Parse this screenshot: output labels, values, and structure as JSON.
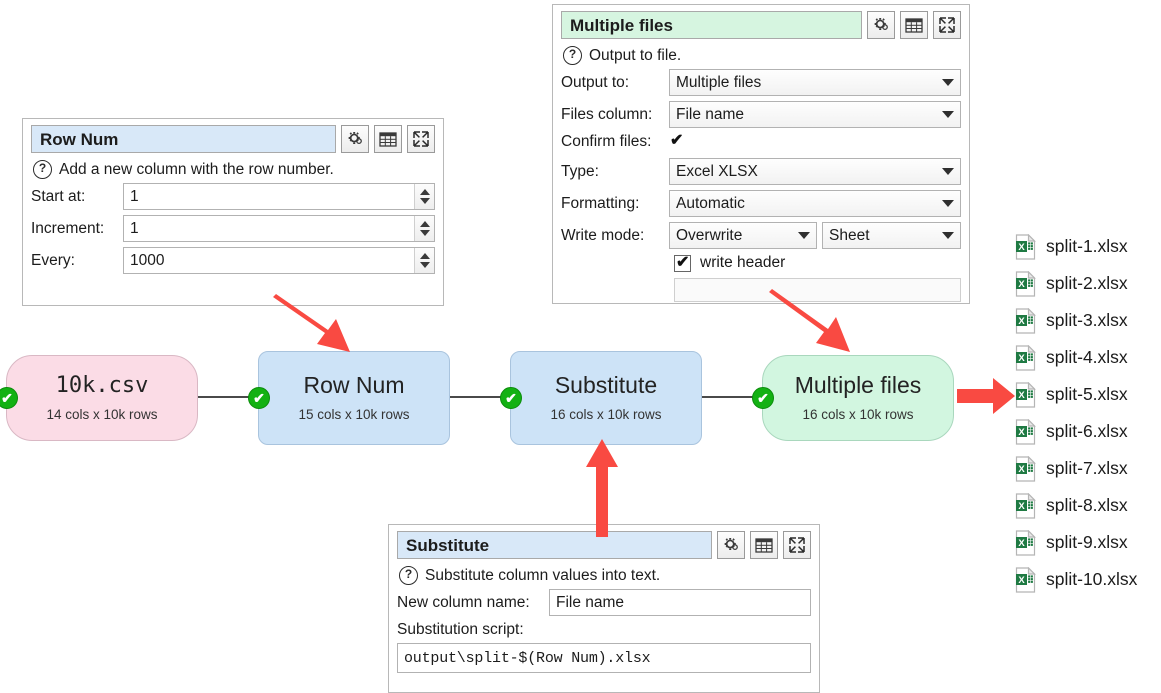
{
  "panels": {
    "row_num": {
      "title": "Row Num",
      "description": "Add a new column with the row number.",
      "fields": [
        {
          "label": "Start at:",
          "value": "1"
        },
        {
          "label": "Increment:",
          "value": "1"
        },
        {
          "label": "Every:",
          "value": "1000"
        }
      ]
    },
    "multiple_files": {
      "title": "Multiple files",
      "description": "Output to file.",
      "output_to_label": "Output to:",
      "output_to_value": "Multiple files",
      "files_column_label": "Files column:",
      "files_column_value": "File name",
      "confirm_files_label": "Confirm files:",
      "confirm_files_checked": true,
      "type_label": "Type:",
      "type_value": "Excel XLSX",
      "formatting_label": "Formatting:",
      "formatting_value": "Automatic",
      "write_mode_label": "Write mode:",
      "write_mode_value": "Overwrite",
      "sheet_value": "Sheet",
      "write_header_label": "write header",
      "write_header_checked": true
    },
    "substitute": {
      "title": "Substitute",
      "description": "Substitute column values into text.",
      "new_column_label": "New column name:",
      "new_column_value": "File name",
      "script_label": "Substitution script:",
      "script_value": "output\\split-$(Row Num).xlsx"
    }
  },
  "icons": {
    "settings": "gears-icon",
    "table": "table-icon",
    "expand": "expand-icon",
    "help": "question-mark-icon",
    "status_ok": "green-check-icon",
    "file": "excel-file-icon"
  },
  "flow": {
    "nodes": [
      {
        "title": "10k.csv",
        "subtitle": "14 cols x 10k rows",
        "status": "ok",
        "color": "#fbdce6"
      },
      {
        "title": "Row Num",
        "subtitle": "15 cols x 10k rows",
        "status": "ok",
        "color": "#cde3f7"
      },
      {
        "title": "Substitute",
        "subtitle": "16 cols x 10k rows",
        "status": "ok",
        "color": "#cde3f7"
      },
      {
        "title": "Multiple files",
        "subtitle": "16 cols x 10k rows",
        "status": "ok",
        "color": "#d2f6e0"
      }
    ]
  },
  "output_files": [
    {
      "name": "split-1.xlsx"
    },
    {
      "name": "split-2.xlsx"
    },
    {
      "name": "split-3.xlsx"
    },
    {
      "name": "split-4.xlsx"
    },
    {
      "name": "split-5.xlsx"
    },
    {
      "name": "split-6.xlsx"
    },
    {
      "name": "split-7.xlsx"
    },
    {
      "name": "split-8.xlsx"
    },
    {
      "name": "split-9.xlsx"
    },
    {
      "name": "split-10.xlsx"
    }
  ],
  "colors": {
    "annotation": "#f94a42",
    "status_ok": "#13b113",
    "node_input": "#fbdce6",
    "node_transform": "#cde3f7",
    "node_output": "#d2f6e0",
    "excel_green": "#1f7a43"
  }
}
